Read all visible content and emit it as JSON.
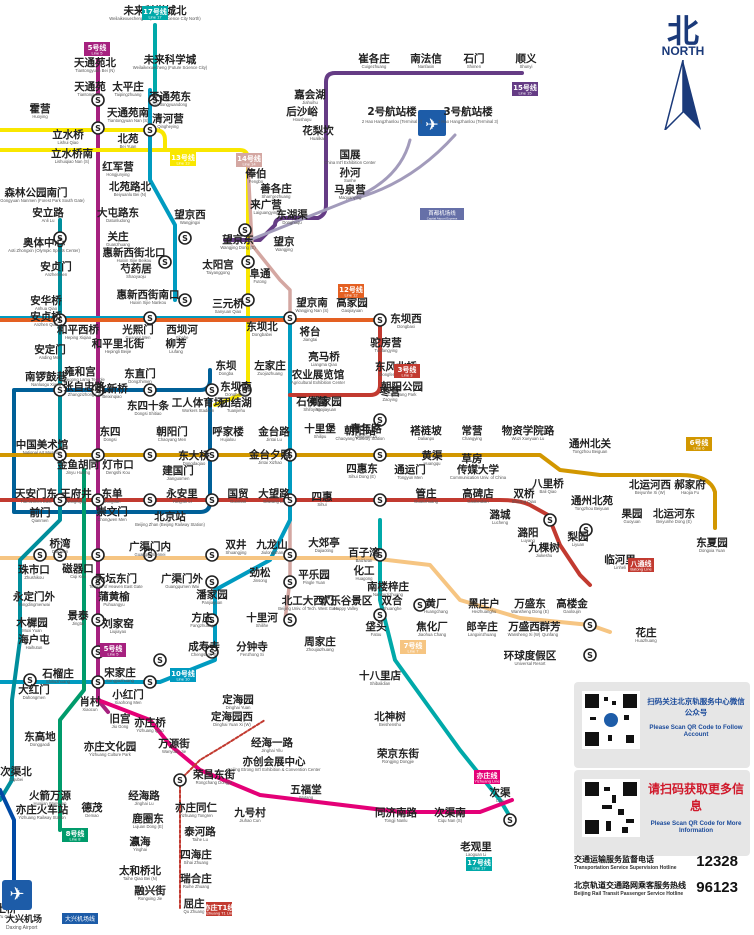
{
  "compass": {
    "label_zh": "北",
    "label_en": "NORTH",
    "icon": "north-arrow-icon"
  },
  "airport_terminals": {
    "t2_zh": "2号航站楼",
    "t2_en": "2 Hao Hangzhanlou (Terminal 2)",
    "t3_zh": "3号航站楼",
    "t3_en": "3 Hao Hangzhanlou (Terminal 3)",
    "express_zh": "首都机场线",
    "express_en": "Capital Airport Express"
  },
  "daxing": {
    "station_zh": "大兴机场",
    "station_en": "Daxing Airport",
    "line_zh": "大兴机场线"
  },
  "colors": {
    "l1": "#c23a30",
    "l2": "#006098",
    "l4": "#008e9c",
    "l5": "#a6217f",
    "l6": "#d29700",
    "l7": "#f6c582",
    "l8": "#009b6b",
    "l9": "#8fc31f",
    "l10": "#009bc0",
    "l13": "#f9e700",
    "l14": "#d4a7a2",
    "l15": "#653c85",
    "l16": "#6ba539",
    "l17": "#00a9a9",
    "yizhuang": "#e40077",
    "batong": "#c23a30",
    "changping": "#de82b2",
    "capital_airport": "#a29bbb",
    "daxing_airport": "#0049a5",
    "fangshan": "#e46022",
    "yanfang": "#e46022"
  },
  "line_badges": [
    {
      "name": "17号线",
      "en": "Line 17"
    },
    {
      "name": "5号线",
      "en": "Line 5"
    },
    {
      "name": "13号线",
      "en": "Line 13"
    },
    {
      "name": "14号线",
      "en": "Line 14"
    },
    {
      "name": "15号线",
      "en": "Line 15"
    },
    {
      "name": "12号线",
      "en": "Line 12"
    },
    {
      "name": "3号线",
      "en": "Line 3"
    },
    {
      "name": "6号线",
      "en": "Line 6"
    },
    {
      "name": "八通线",
      "en": "Batong Line"
    },
    {
      "name": "7号线",
      "en": "Line 7"
    },
    {
      "name": "5号线",
      "en": "Line 5"
    },
    {
      "name": "10号线",
      "en": "Line 10"
    },
    {
      "name": "8号线",
      "en": "Line 8"
    },
    {
      "name": "17号线",
      "en": "Line 17"
    },
    {
      "name": "亦庄线",
      "en": "Yizhuang Line"
    },
    {
      "name": "亦庄T1线",
      "en": "Yizhuang T1 Line"
    }
  ],
  "stations": [
    {
      "zh": "未来科学城北",
      "en": "Weilaikexuechengbei (Future Science City North)"
    },
    {
      "zh": "未来科学城",
      "en": "Weilaikexuecheng (Future Science City)"
    },
    {
      "zh": "天通苑北",
      "en": "Tiantongyuan Bei (N)"
    },
    {
      "zh": "天通苑",
      "en": "Tiantongyuan"
    },
    {
      "zh": "太平庄",
      "en": "Taipingzhuang"
    },
    {
      "zh": "天通苑东",
      "en": "Tiantongyuandong"
    },
    {
      "zh": "天通苑南",
      "en": "Tiantongyuan Nan (S)"
    },
    {
      "zh": "霍营",
      "en": "Huoying"
    },
    {
      "zh": "育知路",
      "en": "Yuzhi Lu"
    },
    {
      "zh": "清河营",
      "en": "Qingheying"
    },
    {
      "zh": "立水桥",
      "en": "Lishui Qiao"
    },
    {
      "zh": "立水桥南",
      "en": "Lishuiqiao Nan (S)"
    },
    {
      "zh": "北苑",
      "en": "Bei Yuan"
    },
    {
      "zh": "红军营",
      "en": "Hongjunying"
    },
    {
      "zh": "北苑路北",
      "en": "Beiyuanlu Bei (N)"
    },
    {
      "zh": "森林公园南门",
      "en": "Senlin Gongyuan Nanmen (Forest Park South Gate)"
    },
    {
      "zh": "安立路",
      "en": "Anli Lu"
    },
    {
      "zh": "大屯路东",
      "en": "Datunludong"
    },
    {
      "zh": "望京西",
      "en": "Wangjingxi"
    },
    {
      "zh": "奥体中心",
      "en": "Aoti Zhongxin (Olympic Sports Center)"
    },
    {
      "zh": "关庄",
      "en": "Guanzhuang"
    },
    {
      "zh": "惠新西街北口",
      "en": "Huixin Xijie Beikou"
    },
    {
      "zh": "安贞门",
      "en": "Anzhenmen"
    },
    {
      "zh": "芍药居",
      "en": "Shaoyaoju"
    },
    {
      "zh": "太阳宫",
      "en": "Taiyanggong"
    },
    {
      "zh": "惠新西街南口",
      "en": "Huixin Xijie Nankou"
    },
    {
      "zh": "安华桥",
      "en": "Anhua Qiao"
    },
    {
      "zh": "安贞桥",
      "en": "Anzhen Qiao"
    },
    {
      "zh": "和平西桥",
      "en": "Heping Xiqiao"
    },
    {
      "zh": "光熙门",
      "en": "Guangxi Men"
    },
    {
      "zh": "西坝河",
      "en": "Xibahe"
    },
    {
      "zh": "三元桥",
      "en": "Sanyuan Qiao"
    },
    {
      "zh": "和平里北街",
      "en": "Hepingli Beijie"
    },
    {
      "zh": "柳芳",
      "en": "Liufang"
    },
    {
      "zh": "安定门",
      "en": "Anding Men"
    },
    {
      "zh": "雍和宫",
      "en": "Yonghegong Lama Temple"
    },
    {
      "zh": "东直门",
      "en": "Dongzhimen"
    },
    {
      "zh": "北新桥",
      "en": "Beixinqiao"
    },
    {
      "zh": "南锣鼓巷",
      "en": "Nanluogu Xiang"
    },
    {
      "zh": "张自忠路",
      "en": "Zhangzizhong Lu"
    },
    {
      "zh": "东四十条",
      "en": "Dongsi Shitiao"
    },
    {
      "zh": "工人体育场",
      "en": "Workers Stadium"
    },
    {
      "zh": "团结湖",
      "en": "Tuanjiehu"
    },
    {
      "zh": "东四",
      "en": "Dongsi"
    },
    {
      "zh": "朝阳门",
      "en": "Chaoyang Men"
    },
    {
      "zh": "呼家楼",
      "en": "Hujialou"
    },
    {
      "zh": "金台路",
      "en": "Jintai Lu"
    },
    {
      "zh": "十里堡",
      "en": "Shilipu"
    },
    {
      "zh": "青年路",
      "en": "Qingnian Lu"
    },
    {
      "zh": "中国美术馆",
      "en": "National Art Museum"
    },
    {
      "zh": "金鱼胡同",
      "en": "Jinyu Hutong"
    },
    {
      "zh": "灯市口",
      "en": "Dengshi Kou"
    },
    {
      "zh": "东大桥",
      "en": "Dongdaqiao"
    },
    {
      "zh": "金台夕照",
      "en": "Jintai Xizhao"
    },
    {
      "zh": "建国门",
      "en": "Jianguomen"
    },
    {
      "zh": "天安门东",
      "en": "Tian'anmen East"
    },
    {
      "zh": "王府井",
      "en": "Wangfujing"
    },
    {
      "zh": "东单",
      "en": "Dongdan"
    },
    {
      "zh": "永安里",
      "en": "Yong'an Li"
    },
    {
      "zh": "国贸",
      "en": "Guomao"
    },
    {
      "zh": "大望路",
      "en": "Dawang Lu"
    },
    {
      "zh": "四惠",
      "en": "Sihui"
    },
    {
      "zh": "四惠东",
      "en": "Sihui Dong (E)"
    },
    {
      "zh": "前门",
      "en": "Qianmen"
    },
    {
      "zh": "崇文门",
      "en": "Chongwen Men"
    },
    {
      "zh": "北京站",
      "en": "Beijing Zhan (Beijing Railway Station)"
    },
    {
      "zh": "桥湾",
      "en": "Qiaowan"
    },
    {
      "zh": "磁器口",
      "en": "Ciqi Kou"
    },
    {
      "zh": "广渠门内",
      "en": "Guangqumennei"
    },
    {
      "zh": "双井",
      "en": "Shuangjing"
    },
    {
      "zh": "九龙山",
      "en": "Jiulongshan"
    },
    {
      "zh": "大郊亭",
      "en": "Dajiaoting"
    },
    {
      "zh": "百子湾",
      "en": "Baiziwan"
    },
    {
      "zh": "珠市口",
      "en": "Zhushikou"
    },
    {
      "zh": "天坛东门",
      "en": "Temple of Heaven East Gate"
    },
    {
      "zh": "广渠门外",
      "en": "Guangqumen Wai"
    },
    {
      "zh": "劲松",
      "en": "Jinsong"
    },
    {
      "zh": "平乐园",
      "en": "Pingle Yuan"
    },
    {
      "zh": "化工",
      "en": "Huagong"
    },
    {
      "zh": "南楼梓庄",
      "en": "Nanlouzizhuang"
    },
    {
      "zh": "永定门外",
      "en": "Yongdingmenwai"
    },
    {
      "zh": "蒲黄榆",
      "en": "Puhuangyu"
    },
    {
      "zh": "潘家园",
      "en": "Panjiayuan"
    },
    {
      "zh": "北工大西门",
      "en": "Beijing Univ. of Tech. West Gate"
    },
    {
      "zh": "欢乐谷景区",
      "en": "Happy Valley"
    },
    {
      "zh": "双合",
      "en": "Shuanghe"
    },
    {
      "zh": "景泰",
      "en": "Jingtai"
    },
    {
      "zh": "木樨园",
      "en": "Muxi Yuan"
    },
    {
      "zh": "刘家窑",
      "en": "Liujiayao"
    },
    {
      "zh": "方庄",
      "en": "Fangzhuang"
    },
    {
      "zh": "十里河",
      "en": "Shilihe"
    },
    {
      "zh": "垡头",
      "en": "Fatou"
    },
    {
      "zh": "焦化厂",
      "en": "Jiaohua Chang"
    },
    {
      "zh": "黄厂",
      "en": "Huangchang"
    },
    {
      "zh": "郎辛庄",
      "en": "Langxinzhuang"
    },
    {
      "zh": "黑庄户",
      "en": "Heizhuanghu"
    },
    {
      "zh": "万盛西",
      "en": "Wansheng Xi (W)"
    },
    {
      "zh": "万盛东",
      "en": "Wansheng Dong (E)"
    },
    {
      "zh": "群芳",
      "en": "Qunfang"
    },
    {
      "zh": "高楼金",
      "en": "Gaoloujin"
    },
    {
      "zh": "花庄",
      "en": "Huazhuang"
    },
    {
      "zh": "环球度假区",
      "en": "Universal Resort"
    },
    {
      "zh": "海户屯",
      "en": "Haihutun"
    },
    {
      "zh": "成寿寺",
      "en": "Chengshou Si"
    },
    {
      "zh": "分钟寺",
      "en": "Fenzhong Si"
    },
    {
      "zh": "周家庄",
      "en": "Zhoujiazhuang"
    },
    {
      "zh": "十八里店",
      "en": "Shibalidian"
    },
    {
      "zh": "宋家庄",
      "en": "Songjiazhuang"
    },
    {
      "zh": "石榴庄",
      "en": "Shiliuzhuang"
    },
    {
      "zh": "大红门",
      "en": "Dahongmen"
    },
    {
      "zh": "肖村",
      "en": "Xiaocun"
    },
    {
      "zh": "小红门",
      "en": "Xiaohong Men"
    },
    {
      "zh": "旧宫",
      "en": "Jiu Gong"
    },
    {
      "zh": "亦庄桥",
      "en": "Yizhuang Qiao"
    },
    {
      "zh": "定海园",
      "en": "Dinghai Yuan"
    },
    {
      "zh": "定海园西",
      "en": "Dinghai Yuan Xi (W)"
    },
    {
      "zh": "北神树",
      "en": "Beishenshu"
    },
    {
      "zh": "东高地",
      "en": "Donggaodi"
    },
    {
      "zh": "亦庄文化园",
      "en": "Yizhuang Culture Park"
    },
    {
      "zh": "万源街",
      "en": "Wanyuan Jie"
    },
    {
      "zh": "经海一路",
      "en": "Jinghai Yilu"
    },
    {
      "zh": "亦创会展中心",
      "en": "Beijing Etrong Int'l Exhibition & Convention Center"
    },
    {
      "zh": "荣昌东街",
      "en": "Rongchang Dongjie"
    },
    {
      "zh": "荣京东街",
      "en": "Rongjing Dongjie"
    },
    {
      "zh": "次渠北",
      "en": "Ciqubei"
    },
    {
      "zh": "火箭万源",
      "en": "Huojian Wanyuan"
    },
    {
      "zh": "五福堂",
      "en": "Wutang"
    },
    {
      "zh": "经海路",
      "en": "Jinghai Lu"
    },
    {
      "zh": "亦庄同仁",
      "en": "Yizhuang Tongren"
    },
    {
      "zh": "鹿圈东",
      "en": "Lujuan Dong (E)"
    },
    {
      "zh": "泰河路",
      "en": "Taihe Lu"
    },
    {
      "zh": "九号村",
      "en": "Jiuhao Cun"
    },
    {
      "zh": "同济南路",
      "en": "Tongji Nanlu"
    },
    {
      "zh": "次渠南",
      "en": "Ciqu Nan (S)"
    },
    {
      "zh": "次渠",
      "en": "Ciqu"
    },
    {
      "zh": "亦庄火车站",
      "en": "Yizhuang Railway Station"
    },
    {
      "zh": "德茂",
      "en": "Demao"
    },
    {
      "zh": "瀛海",
      "en": "Yinghai"
    },
    {
      "zh": "四海庄",
      "en": "Sihai Zhuang"
    },
    {
      "zh": "太和桥北",
      "en": "Taihe Qiao Bei (N)"
    },
    {
      "zh": "瑞合庄",
      "en": "Ruihe Zhuang"
    },
    {
      "zh": "融兴街",
      "en": "Rongxing Jie"
    },
    {
      "zh": "屈庄",
      "en": "Qu Zhuang"
    },
    {
      "zh": "老观里",
      "en": "Laoguan Li"
    },
    {
      "zh": "嘉会湖",
      "en": "Jiahuihu"
    },
    {
      "zh": "后沙峪",
      "en": "Houshayu"
    },
    {
      "zh": "花梨坎",
      "en": "Hualikan"
    },
    {
      "zh": "国展",
      "en": "China Int'l Exhibition Center"
    },
    {
      "zh": "孙河",
      "en": "Sunhe"
    },
    {
      "zh": "马泉营",
      "en": "Maquanying"
    },
    {
      "zh": "崔各庄",
      "en": "Cuigezhuang"
    },
    {
      "zh": "南法信",
      "en": "Nanfaxin"
    },
    {
      "zh": "石门",
      "en": "Shimen"
    },
    {
      "zh": "顺义",
      "en": "Shunyi"
    },
    {
      "zh": "俸伯",
      "en": "Fengbo"
    },
    {
      "zh": "善各庄",
      "en": "Shan'gezhuang"
    },
    {
      "zh": "来广营",
      "en": "Laiguangying"
    },
    {
      "zh": "东湖渠",
      "en": "Donghuqu"
    },
    {
      "zh": "望京东",
      "en": "Wangjing Dong (E)"
    },
    {
      "zh": "望京",
      "en": "Wangjing"
    },
    {
      "zh": "阜通",
      "en": "Futong"
    },
    {
      "zh": "望京南",
      "en": "Wangjing Nan (S)"
    },
    {
      "zh": "高家园",
      "en": "Gaojiayuan"
    },
    {
      "zh": "东坝西",
      "en": "Dongbaxi"
    },
    {
      "zh": "东坝北",
      "en": "Dongbabei"
    },
    {
      "zh": "将台",
      "en": "Jiangtai"
    },
    {
      "zh": "驼房营",
      "en": "Tuofangying"
    },
    {
      "zh": "东坝",
      "en": "Dongba"
    },
    {
      "zh": "左家庄",
      "en": "Zuojiazhuang"
    },
    {
      "zh": "亮马桥",
      "en": "Liangma Qiao"
    },
    {
      "zh": "东风北桥",
      "en": "Dongfeng Beiqiao"
    },
    {
      "zh": "东坝南",
      "en": "Dongbanan"
    },
    {
      "zh": "农业展览馆",
      "en": "Agricultural Exhibition Center"
    },
    {
      "zh": "枣营",
      "en": "Zaoying"
    },
    {
      "zh": "姚家园",
      "en": "Yaojiayuan"
    },
    {
      "zh": "石佛营",
      "en": "Shifoying"
    },
    {
      "zh": "朝阳公园",
      "en": "Chaoyang Park"
    },
    {
      "zh": "朝阳站",
      "en": "Chaoyang Railway Station"
    },
    {
      "zh": "褡裢坡",
      "en": "Dalianpo"
    },
    {
      "zh": "常营",
      "en": "Changying"
    },
    {
      "zh": "物资学院路",
      "en": "Wuzi Xueyuan Lu"
    },
    {
      "zh": "通州北关",
      "en": "Tongzhou Beiguan"
    },
    {
      "zh": "黄渠",
      "en": "Huangqu"
    },
    {
      "zh": "草房",
      "en": "Caofang"
    },
    {
      "zh": "通运门",
      "en": "Tongyun Men"
    },
    {
      "zh": "传媒大学",
      "en": "Communication Univ. of China"
    },
    {
      "zh": "管庄",
      "en": "Guanzhuang"
    },
    {
      "zh": "高碑店",
      "en": "Gaobeidian"
    },
    {
      "zh": "双桥",
      "en": "Shuang Qiao"
    },
    {
      "zh": "八里桥",
      "en": "Bali Qiao"
    },
    {
      "zh": "通州北苑",
      "en": "Tongzhou Beiyuan"
    },
    {
      "zh": "北运河西",
      "en": "Beiyunhe Xi (W)"
    },
    {
      "zh": "郝家府",
      "en": "Haojia Fu"
    },
    {
      "zh": "潞城",
      "en": "Lucheng"
    },
    {
      "zh": "果园",
      "en": "Guoyuan"
    },
    {
      "zh": "北运河东",
      "en": "Beiyunhe Dong (E)"
    },
    {
      "zh": "东夏园",
      "en": "Dongxia Yuan"
    },
    {
      "zh": "潞阳",
      "en": "Luyang"
    },
    {
      "zh": "九棵树",
      "en": "Jiukeshu"
    },
    {
      "zh": "梨园",
      "en": "Liyuan"
    },
    {
      "zh": "临河里",
      "en": "Linheli"
    },
    {
      "zh": "土桥",
      "en": "Tu Qiao"
    },
    {
      "zh": "大兴机场",
      "en": "Daxing Airport"
    }
  ],
  "qr_cards": [
    {
      "zh": "扫码关注北京轨服务中心微信公众号",
      "en": "Please Scan QR Code to Follow Account"
    },
    {
      "zh": "请扫码获取更多信息",
      "en": "Please Scan QR Code for More Information"
    }
  ],
  "hotlines": [
    {
      "zh": "交通运输服务监督电话",
      "en": "Transportation Service Supervision Hotline",
      "number": "12328"
    },
    {
      "zh": "北京轨道交通路网乘客服务热线",
      "en": "Beijing Rail Transit Passenger Service Hotline",
      "number": "96123"
    }
  ]
}
